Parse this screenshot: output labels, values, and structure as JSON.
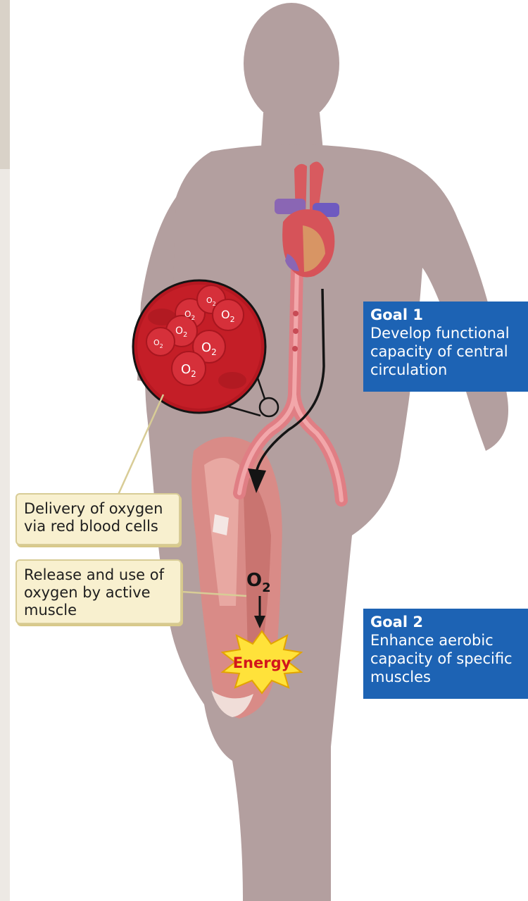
{
  "goals": [
    {
      "title": "Goal 1",
      "lines": [
        "Develop functional",
        "capacity of central",
        "circulation"
      ]
    },
    {
      "title": "Goal 2",
      "lines": [
        "Enhance aerobic",
        "capacity of specific",
        "muscles"
      ]
    }
  ],
  "callouts": {
    "delivery": [
      "Delivery of oxygen",
      "via red blood cells"
    ],
    "release": [
      "Release and use of",
      "oxygen by active",
      "muscle"
    ]
  },
  "labels": {
    "oxygen": "O",
    "oxygen_subscript": "2",
    "energy": "Energy"
  },
  "colors": {
    "silhouette": "#b39f9f",
    "goal_box": "#1d63b4",
    "callout_bg": "#f8f0cf",
    "blood_cell": "#c8202a",
    "energy_burst": "#ffe23a",
    "energy_text": "#d2161c"
  }
}
